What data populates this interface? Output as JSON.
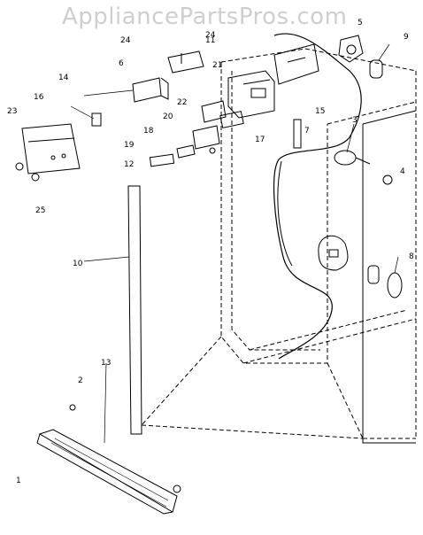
{
  "watermark": "AppliancePartsPros.com",
  "callouts": [
    "1",
    "2",
    "3",
    "4",
    "5",
    "6",
    "7",
    "8",
    "9",
    "10",
    "11",
    "12",
    "13",
    "14",
    "15",
    "16",
    "17",
    "18",
    "19",
    "20",
    "21",
    "22",
    "23",
    "24",
    "25"
  ]
}
